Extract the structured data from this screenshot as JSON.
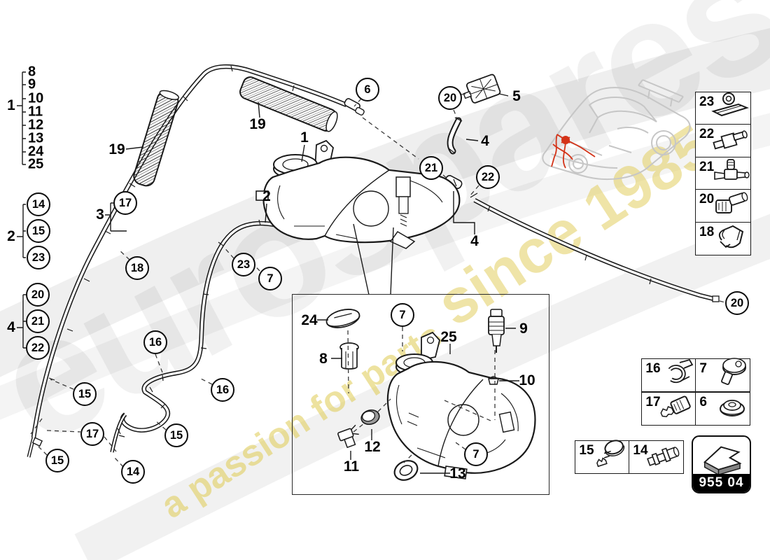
{
  "watermark": {
    "brand": "eurospares",
    "tagline": "a passion for parts",
    "tagline2": "since 1985",
    "colors": {
      "yellow": "#dfca50",
      "gray": "#ebebeb",
      "highlight_red": "#d43318"
    }
  },
  "page_code": "955 04",
  "groups": {
    "group1": {
      "label": "1",
      "items": [
        "8",
        "9",
        "10",
        "11",
        "12",
        "13",
        "24",
        "25"
      ]
    },
    "group2": {
      "label": "2"
    },
    "group3": {
      "label": "3"
    },
    "group4": {
      "label": "4"
    }
  },
  "labels": {
    "sleeve_left": "19",
    "sleeve_center": "19",
    "tank": "1",
    "front_hose": "2",
    "pump_bracket": "5",
    "elbow_hose": "4",
    "rear_hose": "4",
    "cover_cap": "24",
    "filler_plug": "8",
    "tank_detail": "25",
    "washer_pump": "9",
    "nut": "10",
    "seal": "12",
    "level_sensor": "11",
    "grommet_ring": "13"
  },
  "callouts": [
    {
      "label": "14"
    },
    {
      "label": "15"
    },
    {
      "label": "23"
    },
    {
      "label": "20"
    },
    {
      "label": "21"
    },
    {
      "label": "22"
    },
    {
      "label": "17"
    },
    {
      "label": "18"
    },
    {
      "label": "6"
    },
    {
      "label": "20"
    },
    {
      "label": "21"
    },
    {
      "label": "22"
    },
    {
      "label": "23"
    },
    {
      "label": "7"
    },
    {
      "label": "16"
    },
    {
      "label": "16"
    },
    {
      "label": "15"
    },
    {
      "label": "17"
    },
    {
      "label": "15"
    },
    {
      "label": "15"
    },
    {
      "label": "14"
    },
    {
      "label": "7"
    },
    {
      "label": "7"
    },
    {
      "label": "20"
    }
  ],
  "legend_column": [
    {
      "num": "23"
    },
    {
      "num": "22"
    },
    {
      "num": "21"
    },
    {
      "num": "20"
    },
    {
      "num": "18"
    }
  ],
  "legend_grid": [
    {
      "num": "16"
    },
    {
      "num": "7"
    },
    {
      "num": "17"
    },
    {
      "num": "6"
    }
  ],
  "legend_row": [
    {
      "num": "15"
    },
    {
      "num": "14"
    }
  ]
}
